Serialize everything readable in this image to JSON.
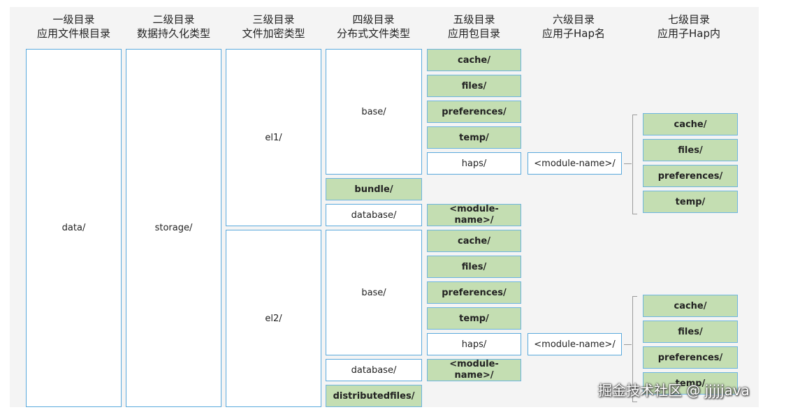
{
  "headers": [
    {
      "line1": "一级目录",
      "line2": "应用文件根目录"
    },
    {
      "line1": "二级目录",
      "line2": "数据持久化类型"
    },
    {
      "line1": "三级目录",
      "line2": "文件加密类型"
    },
    {
      "line1": "四级目录",
      "line2": "分布式文件类型"
    },
    {
      "line1": "五级目录",
      "line2": "应用包目录"
    },
    {
      "line1": "六级目录",
      "line2": "应用子Hap名"
    },
    {
      "line1": "七级目录",
      "line2": "应用子Hap内"
    }
  ],
  "level1": {
    "data": "data/"
  },
  "level2": {
    "storage": "storage/"
  },
  "level3": {
    "el1": "el1/",
    "el2": "el2/"
  },
  "level4": {
    "el1_base": "base/",
    "el1_bundle": "bundle/",
    "el1_database": "database/",
    "el2_base": "base/",
    "el2_database": "database/",
    "el2_distributedfiles": "distributedfiles/"
  },
  "level5": {
    "el1_cache": "cache/",
    "el1_files": "files/",
    "el1_preferences": "preferences/",
    "el1_temp": "temp/",
    "el1_haps": "haps/",
    "el1_db_module": "<module-\nname>/",
    "el2_cache": "cache/",
    "el2_files": "files/",
    "el2_preferences": "preferences/",
    "el2_temp": "temp/",
    "el2_haps": "haps/",
    "el2_db_module": "<module-\nname>/"
  },
  "level6": {
    "el1_module": "<module-name>/",
    "el2_module": "<module-name>/"
  },
  "level7": {
    "el1_cache": "cache/",
    "el1_files": "files/",
    "el1_preferences": "preferences/",
    "el1_temp": "temp/",
    "el2_cache": "cache/",
    "el2_files": "files/",
    "el2_preferences": "preferences/",
    "el2_temp": "temp/"
  },
  "colors": {
    "border": "#5aa9dc",
    "green_fill": "#c4deb2",
    "background": "#f4f4f4"
  },
  "watermark": "掘金技术社区 @ jjjjjava"
}
